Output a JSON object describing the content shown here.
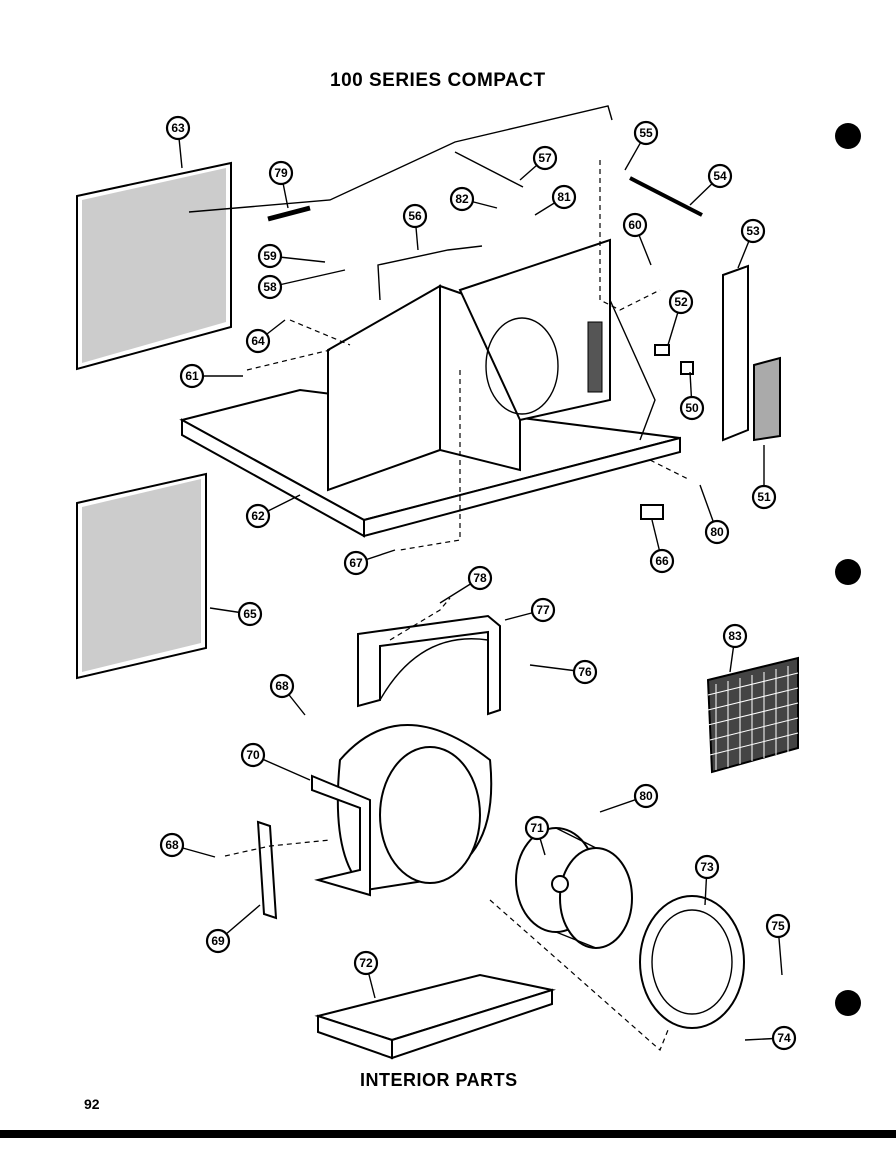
{
  "title": "100 SERIES COMPACT",
  "section_title": "INTERIOR PARTS",
  "page_number": "92",
  "callouts": [
    {
      "label": "63"
    },
    {
      "label": "79"
    },
    {
      "label": "57"
    },
    {
      "label": "55"
    },
    {
      "label": "54"
    },
    {
      "label": "82"
    },
    {
      "label": "81"
    },
    {
      "label": "56"
    },
    {
      "label": "59"
    },
    {
      "label": "58"
    },
    {
      "label": "60"
    },
    {
      "label": "53"
    },
    {
      "label": "64"
    },
    {
      "label": "52"
    },
    {
      "label": "61"
    },
    {
      "label": "50"
    },
    {
      "label": "51"
    },
    {
      "label": "62"
    },
    {
      "label": "80"
    },
    {
      "label": "66"
    },
    {
      "label": "67"
    },
    {
      "label": "78"
    },
    {
      "label": "65"
    },
    {
      "label": "77"
    },
    {
      "label": "76"
    },
    {
      "label": "83"
    },
    {
      "label": "68"
    },
    {
      "label": "70"
    },
    {
      "label": "71"
    },
    {
      "label": "80"
    },
    {
      "label": "69"
    },
    {
      "label": "68"
    },
    {
      "label": "73"
    },
    {
      "label": "75"
    },
    {
      "label": "72"
    },
    {
      "label": "74"
    }
  ]
}
